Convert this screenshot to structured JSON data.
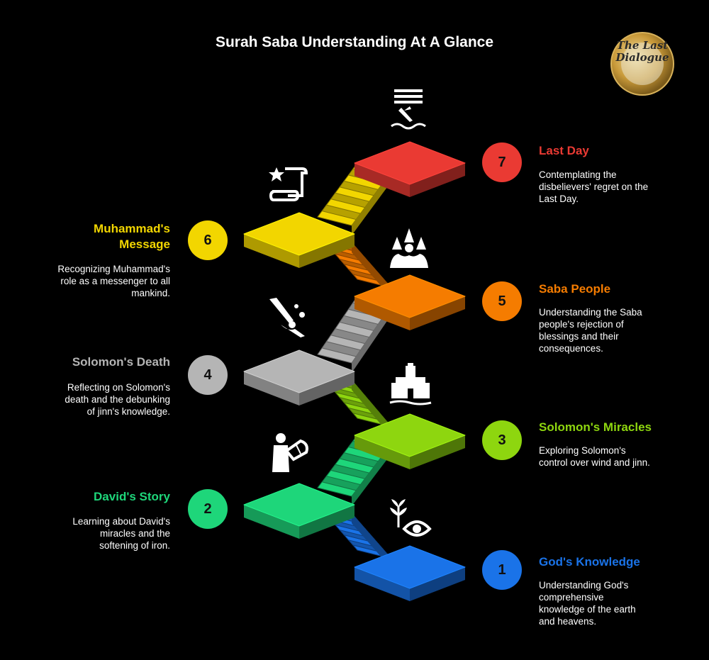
{
  "title": "Surah Saba Understanding At A Glance",
  "logo": {
    "text": "The Last Dialogue"
  },
  "steps": [
    {
      "num": "1",
      "title": "God's Knowledge",
      "color": "#1a73e8",
      "icon": "sprout-eye-icon",
      "desc": [
        "Understanding God's",
        "comprehensive",
        "knowledge of the earth",
        "and heavens."
      ]
    },
    {
      "num": "2",
      "title": "David's Story",
      "color": "#1ed67a",
      "icon": "david-harp-icon",
      "desc": [
        "Learning about David's",
        "miracles and the",
        "softening of iron."
      ]
    },
    {
      "num": "3",
      "title": "Solomon's Miracles",
      "color": "#8ed60f",
      "icon": "castle-icon",
      "desc": [
        "Exploring Solomon's",
        "control over wind and jinn."
      ]
    },
    {
      "num": "4",
      "title": "Solomon's Death",
      "color": "#b5b5b5",
      "icon": "fallen-staff-icon",
      "desc": [
        "Reflecting on Solomon's",
        "death and the debunking",
        "of jinn's knowledge."
      ]
    },
    {
      "num": "5",
      "title": "Saba People",
      "color": "#f57c00",
      "icon": "people-group-icon",
      "desc": [
        "Understanding the Saba",
        "people's rejection of",
        "blessings and their",
        "consequences."
      ]
    },
    {
      "num": "6",
      "title": "Muhammad's Message",
      "title_lines": [
        "Muhammad's",
        "Message"
      ],
      "color": "#f2d600",
      "icon": "star-scroll-icon",
      "desc": [
        "Recognizing Muhammad's",
        "role as a messenger to all",
        "mankind."
      ]
    },
    {
      "num": "7",
      "title": "Last Day",
      "color": "#ea3a33",
      "icon": "sinking-ship-icon",
      "desc": [
        "Contemplating the",
        "disbelievers' regret on the",
        "Last Day."
      ]
    }
  ]
}
